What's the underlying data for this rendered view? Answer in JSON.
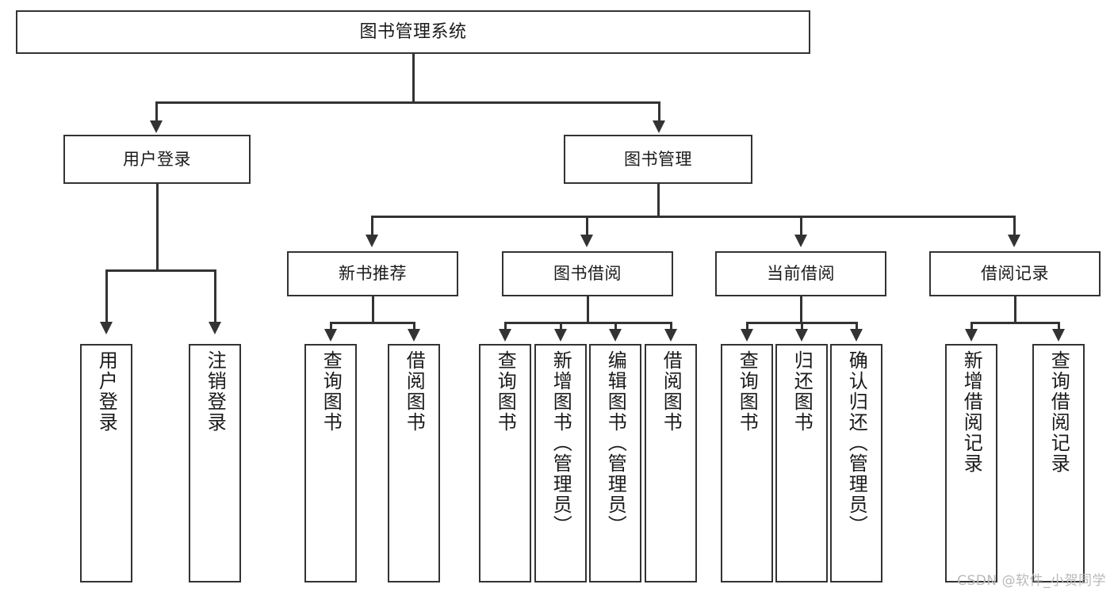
{
  "diagram": {
    "type": "tree",
    "title": "图书管理系统",
    "root": {
      "label": "图书管理系统"
    },
    "level2": [
      {
        "label": "用户登录"
      },
      {
        "label": "图书管理"
      }
    ],
    "level3": [
      {
        "label": "新书推荐"
      },
      {
        "label": "图书借阅"
      },
      {
        "label": "当前借阅"
      },
      {
        "label": "借阅记录"
      }
    ],
    "leaves": {
      "user_login": [
        {
          "label": "用户登录"
        },
        {
          "label": "注销登录"
        }
      ],
      "new_book_recommend": [
        {
          "label": "查询图书"
        },
        {
          "label": "借阅图书"
        }
      ],
      "book_borrow": [
        {
          "label": "查询图书"
        },
        {
          "label": "新增图书（管理员）"
        },
        {
          "label": "编辑图书（管理员）"
        },
        {
          "label": "借阅图书"
        }
      ],
      "current_borrow": [
        {
          "label": "查询图书"
        },
        {
          "label": "归还图书"
        },
        {
          "label": "确认归还（管理员）"
        }
      ],
      "borrow_record": [
        {
          "label": "新增借阅记录"
        },
        {
          "label": "查询借阅记录"
        }
      ]
    }
  },
  "watermark": {
    "text": "CSDN @软件_小贺同学"
  },
  "colors": {
    "stroke": "#333333",
    "fill": "#ffffff",
    "text": "#1a1a1a",
    "watermark": "#b9b9b9"
  }
}
